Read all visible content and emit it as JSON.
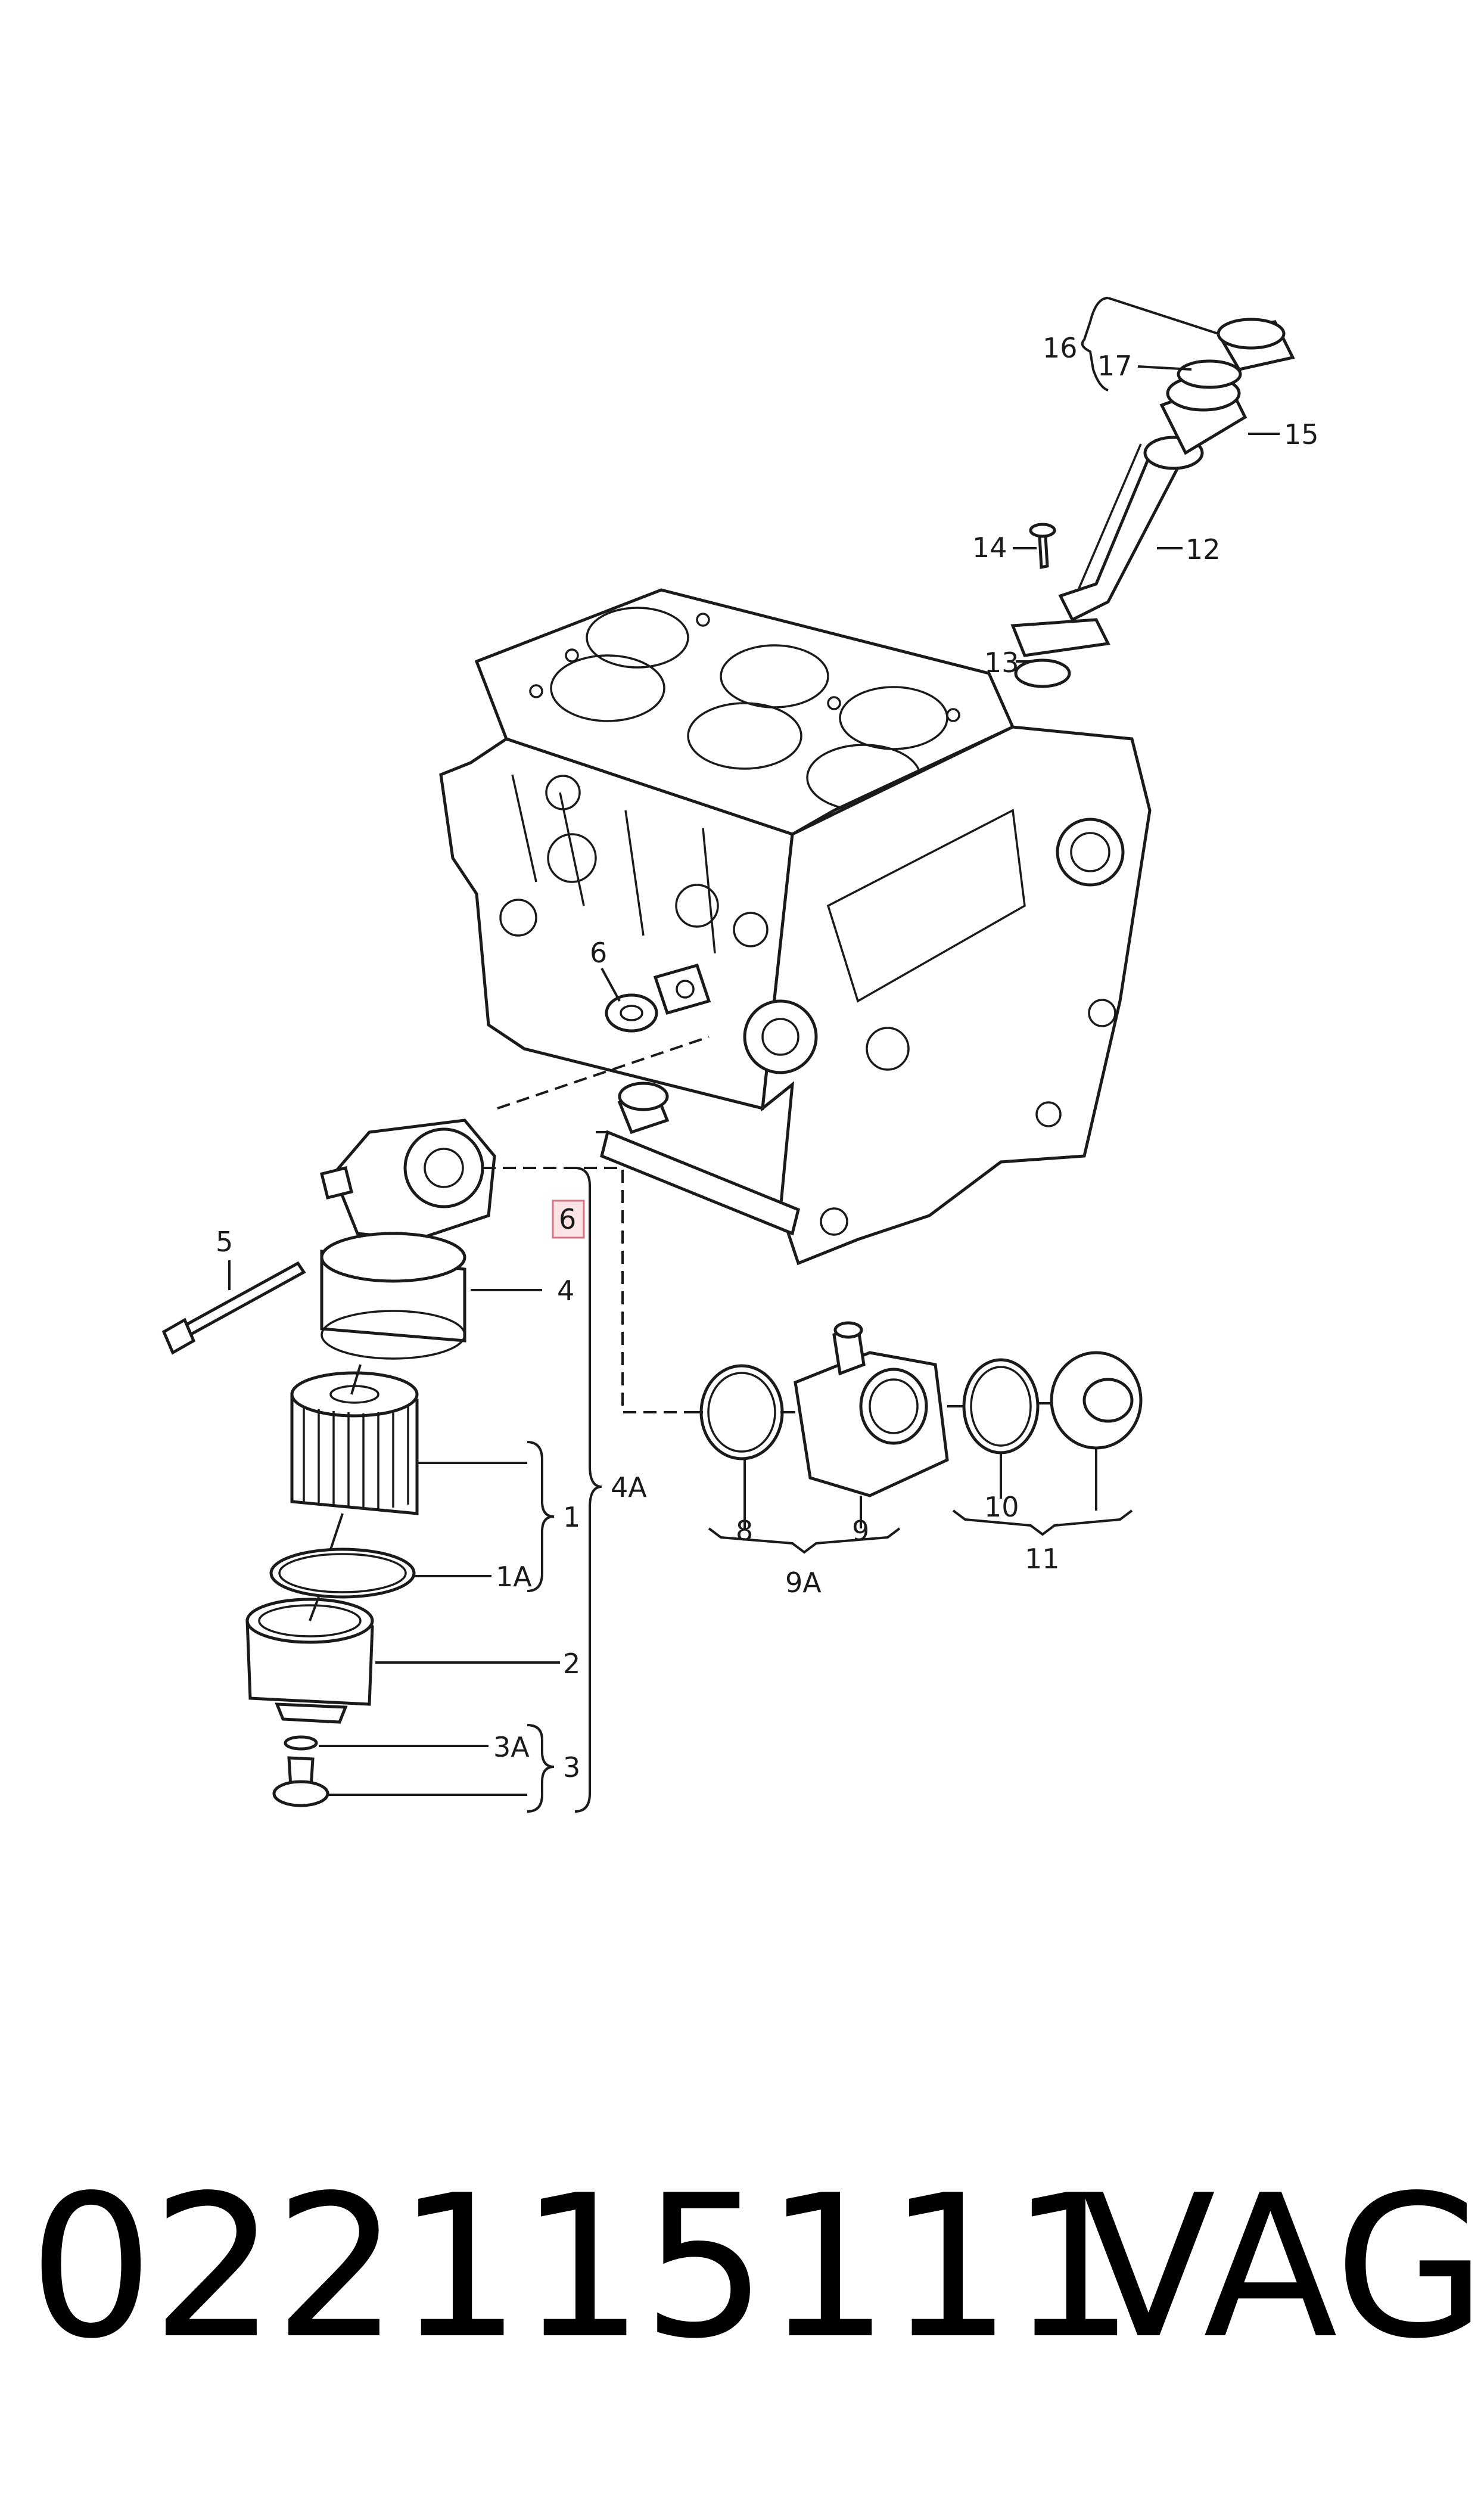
{
  "labels": {
    "l1": "1",
    "l1A": "1A",
    "l2": "2",
    "l3": "3",
    "l3A": "3A",
    "l4": "4",
    "l4A": "4A",
    "l5": "5",
    "l6": "6",
    "l6box": "6",
    "l8": "8",
    "l9": "9",
    "l9A": "9A",
    "l10": "10",
    "l11": "11",
    "l12": "12",
    "l13": "13",
    "l14": "14",
    "l15": "15",
    "l16": "16",
    "l17": "17"
  },
  "footer": {
    "part_number": "022115111",
    "brand": "VAG"
  },
  "colors": {
    "line": "#1a1a1a",
    "highlight_border": "#d9737f",
    "highlight_fill": "#fbe3e6"
  }
}
